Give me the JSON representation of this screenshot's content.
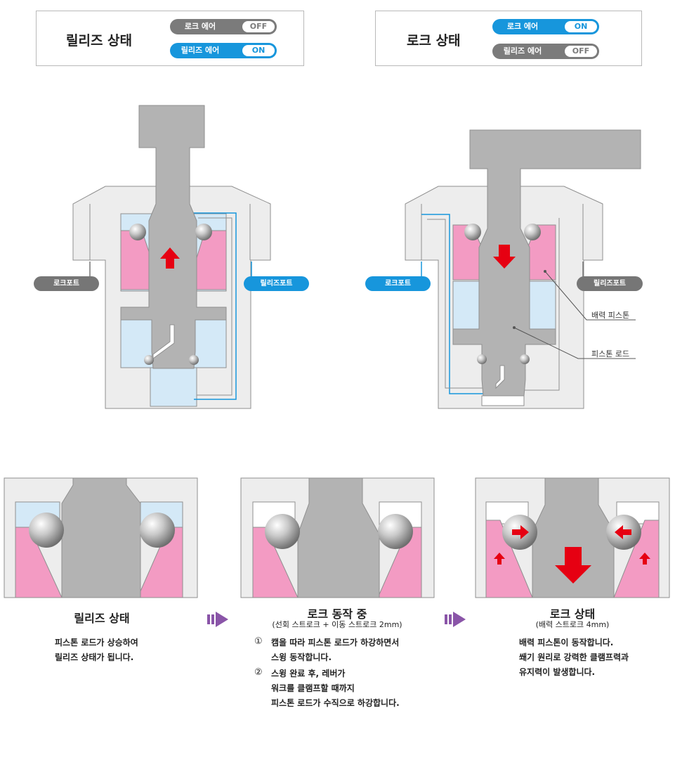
{
  "states": {
    "release": {
      "title": "릴리즈 상태",
      "toggles": [
        {
          "label": "로크 에어",
          "value": "OFF",
          "on": false
        },
        {
          "label": "릴리즈 에어",
          "value": "ON",
          "on": true
        }
      ]
    },
    "lock": {
      "title": "로크 상태",
      "toggles": [
        {
          "label": "로크 에어",
          "value": "ON",
          "on": true
        },
        {
          "label": "릴리즈 에어",
          "value": "OFF",
          "on": false
        }
      ]
    }
  },
  "ports": {
    "left_lock_port": "로크포트",
    "left_release_port": "릴리즈포트",
    "right_lock_port": "로크포트",
    "right_release_port": "릴리즈포트"
  },
  "callouts": {
    "boost_piston": "배력 피스톤",
    "piston_rod": "피스톤 로드"
  },
  "stages": [
    {
      "title": "릴리즈 상태",
      "subtitle": "",
      "lines": [
        "피스톤 로드가 상승하여",
        "릴리즈 상태가 됩니다."
      ]
    },
    {
      "title": "로크 동작 중",
      "subtitle": "(선회 스트로크 + 이동 스트로크  2mm)",
      "steps": [
        {
          "marker": "①",
          "lines": [
            "캠을 따라 피스톤 로드가 하강하면서",
            "스윙 동작합니다."
          ]
        },
        {
          "marker": "②",
          "lines": [
            "스윙 완료 후, 레버가",
            "워크를 클램프할 때까지",
            "피스톤 로드가 수직으로 하강합니다."
          ]
        }
      ]
    },
    {
      "title": "로크 상태",
      "subtitle": "(배력 스트로크 4mm)",
      "lines": [
        "배력 피스톤이 동작합니다.",
        "쐐기 원리로 강력한 클램프력과",
        "유지력이 발생합니다."
      ]
    }
  ],
  "colors": {
    "body_gray": "#ededed",
    "rod_gray": "#b3b3b3",
    "pink": "#f39bc3",
    "light_blue": "#d4e9f7",
    "air_blue": "#1796dc",
    "arrow_red": "#e60012",
    "flow_purple": "#8a55a8"
  },
  "icons": {
    "stage_arrow": "double-chevron-right-icon",
    "ball": "steel-ball-icon"
  }
}
